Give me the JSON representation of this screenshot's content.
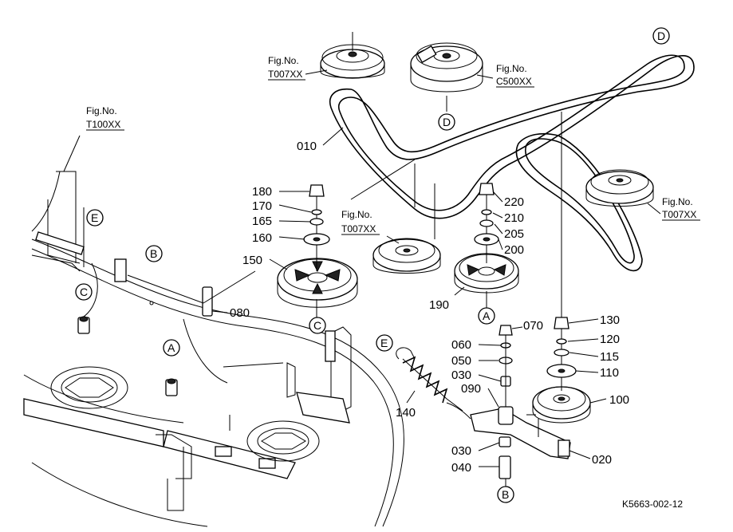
{
  "diagram_code": "K5663-002-12",
  "fig_refs": [
    {
      "id": "ref-top",
      "line1": "Fig.No.",
      "line2": "T007XX"
    },
    {
      "id": "ref-clutch",
      "line1": "Fig.No.",
      "line2": "C500XX"
    },
    {
      "id": "ref-left",
      "line1": "Fig.No.",
      "line2": "T100XX"
    },
    {
      "id": "ref-mid",
      "line1": "Fig.No.",
      "line2": "T007XX"
    },
    {
      "id": "ref-right",
      "line1": "Fig.No.",
      "line2": "T007XX"
    }
  ],
  "part_numbers": {
    "p010": "010",
    "p180": "180",
    "p170": "170",
    "p165": "165",
    "p160": "160",
    "p150": "150",
    "p220": "220",
    "p210": "210",
    "p205": "205",
    "p200": "200",
    "p190": "190",
    "p080": "080",
    "p130": "130",
    "p120": "120",
    "p115": "115",
    "p110": "110",
    "p100": "100",
    "p070": "070",
    "p060": "060",
    "p050": "050",
    "p030a": "030",
    "p090": "090",
    "p140": "140",
    "p030b": "030",
    "p040": "040",
    "p020": "020"
  },
  "connectors": {
    "D1": "D",
    "D2": "D",
    "E1": "E",
    "E2": "E",
    "B1": "B",
    "B2": "B",
    "C1": "C",
    "C2": "C",
    "A1": "A",
    "A2": "A"
  }
}
